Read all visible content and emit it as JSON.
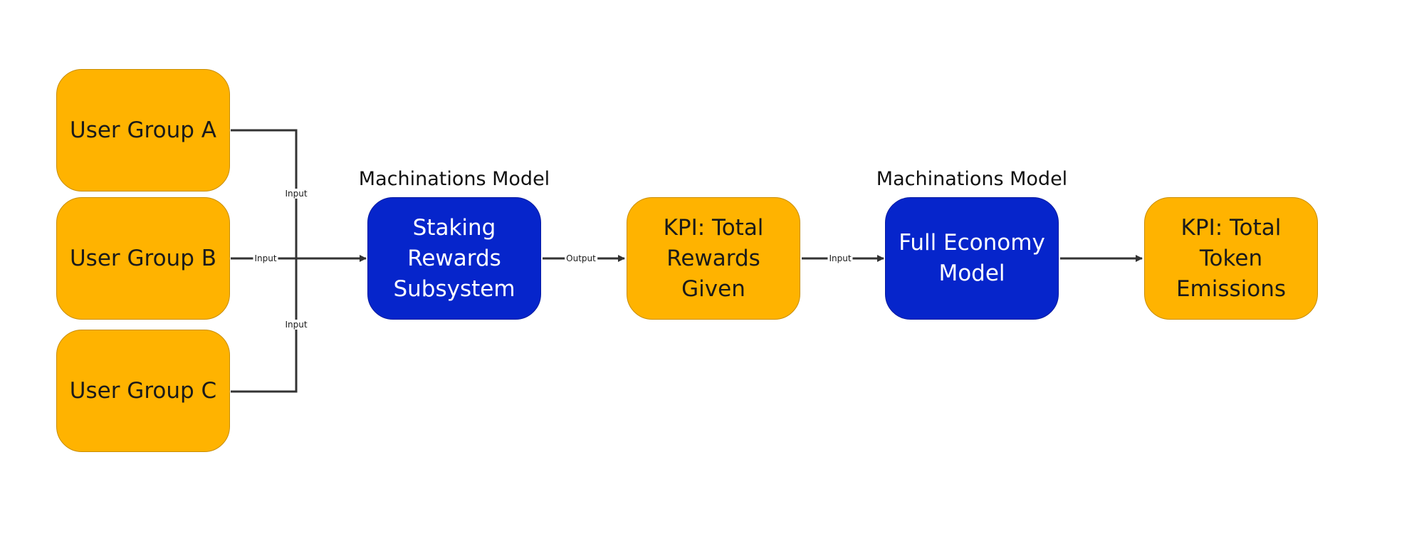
{
  "colors": {
    "input_node": "#FFB300",
    "model_node": "#0625CB",
    "connector": "#333333"
  },
  "nodes": {
    "user_group_a": "User Group A",
    "user_group_b": "User Group B",
    "user_group_c": "User Group C",
    "staking": "Staking\nRewards\nSubsystem",
    "kpi_rewards": "KPI: Total\nRewards Given",
    "full_economy": "Full Economy\nModel",
    "kpi_emissions": "KPI: Total\nToken\nEmissions"
  },
  "section_titles": {
    "staking_title": "Machinations Model",
    "economy_title": "Machinations Model"
  },
  "edge_labels": {
    "a_input": "Input",
    "b_input": "Input",
    "c_input": "Input",
    "staking_output": "Output",
    "kpi_input": "Input"
  }
}
